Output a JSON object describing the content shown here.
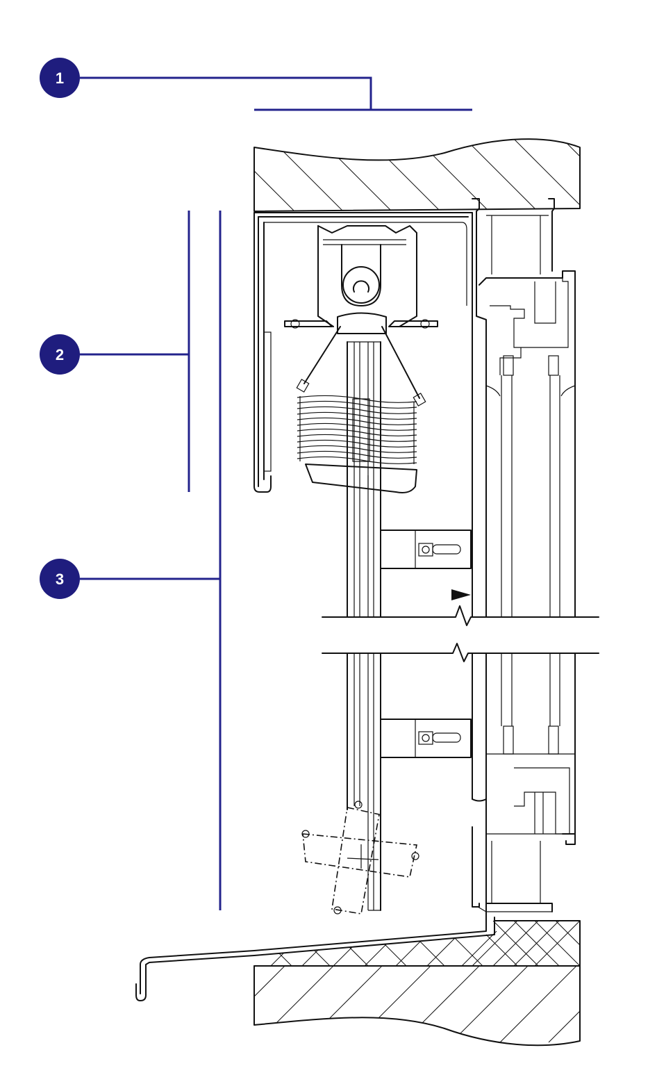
{
  "callouts": [
    {
      "id": "1",
      "label": "1"
    },
    {
      "id": "2",
      "label": "2"
    },
    {
      "id": "3",
      "label": "3"
    }
  ],
  "colors": {
    "callout_fill": "#1f1d7e",
    "leader_line": "#23238c",
    "drawing_line": "#111111"
  }
}
